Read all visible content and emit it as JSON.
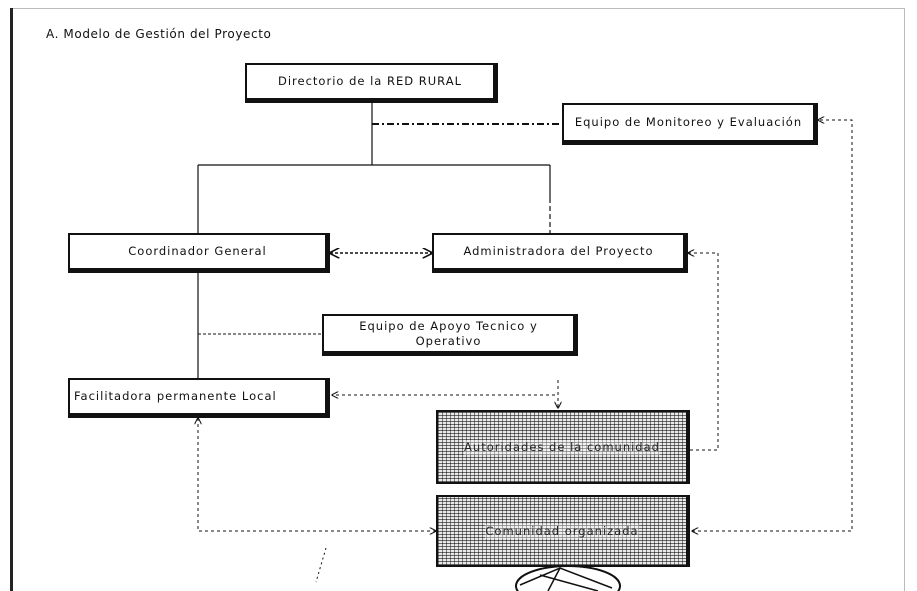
{
  "diagram": {
    "title": "A. Modelo de Gestión del Proyecto",
    "nodes": {
      "directorio": "Directorio de la RED RURAL",
      "monitoreo": "Equipo de Monitoreo y Evaluación",
      "coordinador": "Coordinador General",
      "administradora": "Administradora del Proyecto",
      "apoyo": "Equipo de Apoyo Tecnico y Operativo",
      "facilitadora": "Facilitadora permanente Local",
      "autoridades": "Autoridades de la comunidad",
      "comunidad": "Comunidad organizada"
    }
  }
}
